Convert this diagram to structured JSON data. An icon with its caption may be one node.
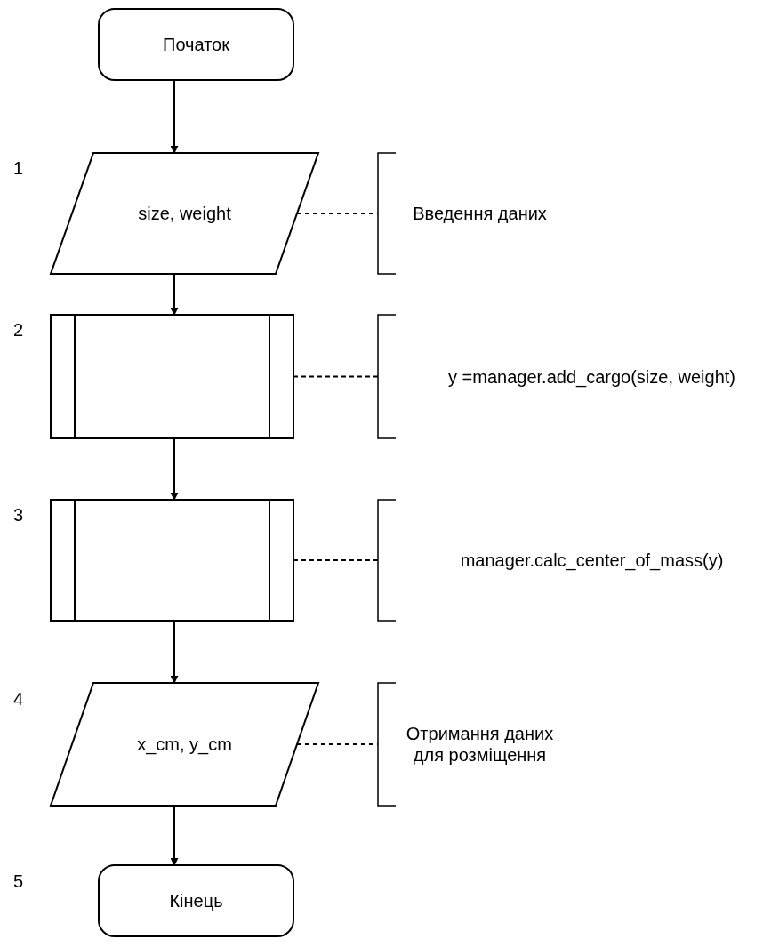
{
  "diagram": {
    "nodes": [
      {
        "text": [
          "Початок"
        ]
      },
      {
        "text": [
          "size, weight"
        ]
      },
      {
        "text": [
          "Введення даних"
        ]
      },
      {
        "text": [],
        "shape": "box"
      },
      {
        "text": [
          "y =manager.add_cargo(size, weight)"
        ]
      },
      {
        "text": [],
        "shape": "box"
      },
      {
        "text": [
          "manager.calc_center_of_mass(y)"
        ]
      },
      {
        "text": [
          "x_cm, y_cm"
        ]
      },
      {
        "text": [
          "Отримання даних для розміщення"
        ]
      },
      {
        "text": [
          "Кінець"
        ]
      }
    ],
    "edges": [
      {
        "from": 0,
        "to": 1,
        "arrow": "to"
      },
      {
        "from": 1,
        "to": 2,
        "arrow": "none",
        "style": "dashed"
      },
      {
        "from": 1,
        "to": 3,
        "arrow": "to"
      },
      {
        "from": 3,
        "to": 4,
        "arrow": "none",
        "style": "dashed"
      },
      {
        "from": 3,
        "to": 5,
        "arrow": "to"
      },
      {
        "from": 5,
        "to": 6,
        "arrow": "none",
        "style": "dashed"
      },
      {
        "from": 5,
        "to": 7,
        "arrow": "to"
      },
      {
        "from": 7,
        "to": 8,
        "arrow": "none",
        "style": "dashed"
      },
      {
        "from": 7,
        "to": 9,
        "arrow": "to"
      }
    ],
    "labels": [
      "1",
      "2",
      "3",
      "4",
      "5"
    ]
  }
}
